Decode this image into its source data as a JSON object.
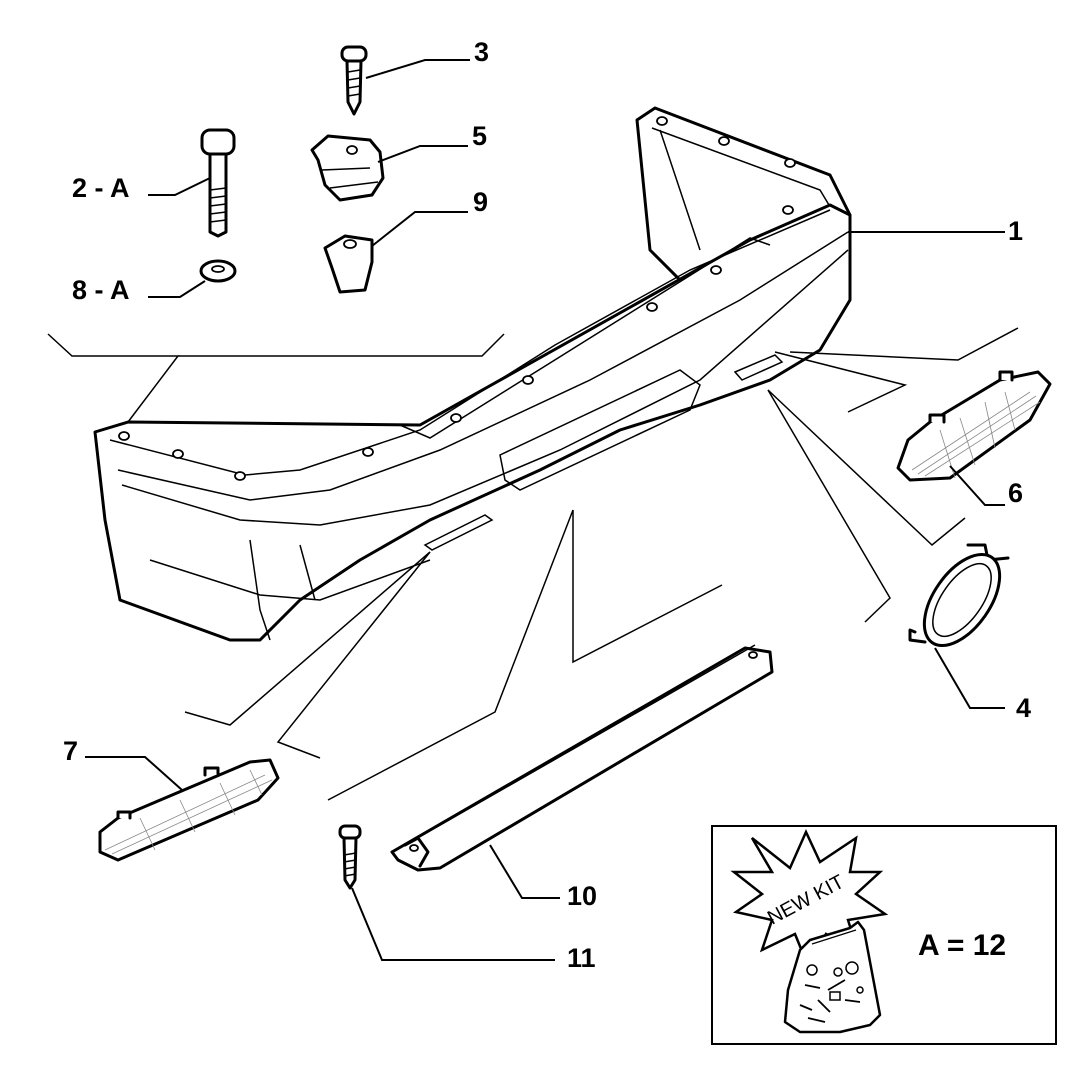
{
  "callouts": {
    "c1": "1",
    "c2": "2 - A",
    "c3": "3",
    "c4": "4",
    "c5": "5",
    "c6": "6",
    "c7": "7",
    "c8": "8 - A",
    "c9": "9",
    "c10": "10",
    "c11": "11"
  },
  "kit_box": {
    "badge_text": "NEW KIT",
    "equation": "A = 12"
  },
  "icons": {
    "kit_badge": "starburst-icon",
    "kit_bag": "parts-bag-icon"
  }
}
